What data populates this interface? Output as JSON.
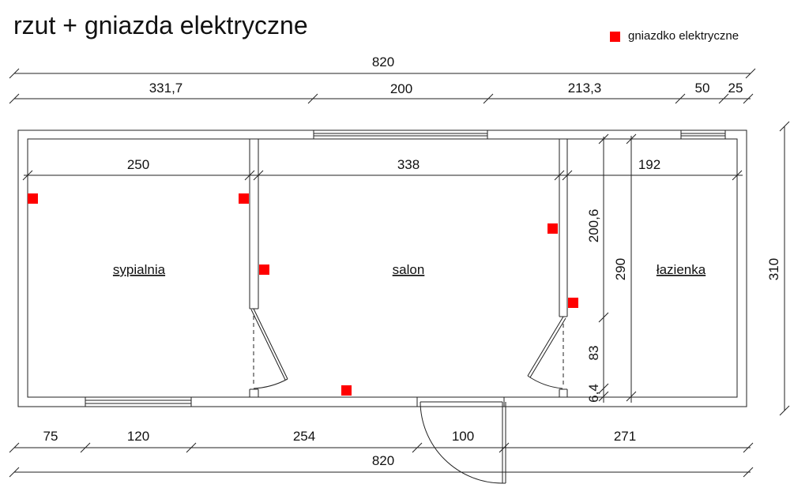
{
  "title": "rzut + gniazda elektryczne",
  "legend": {
    "label": "gniazdko elektryczne",
    "color": "#ff0000"
  },
  "rooms": {
    "bedroom": "sypialnia",
    "living": "salon",
    "bathroom": "łazienka"
  },
  "dims": {
    "total_top": "820",
    "top_1": "331,7",
    "top_2": "200",
    "top_3": "213,3",
    "top_4": "50",
    "top_5": "25",
    "room_w_1": "250",
    "room_w_2": "338",
    "room_w_3": "192",
    "height_total": "310",
    "height_inner": "290",
    "vert_1": "200,6",
    "vert_2": "83",
    "vert_3": "6,4",
    "bot_1": "75",
    "bot_2": "120",
    "bot_3": "254",
    "bot_4": "100",
    "bot_5": "271",
    "total_bottom": "820"
  }
}
